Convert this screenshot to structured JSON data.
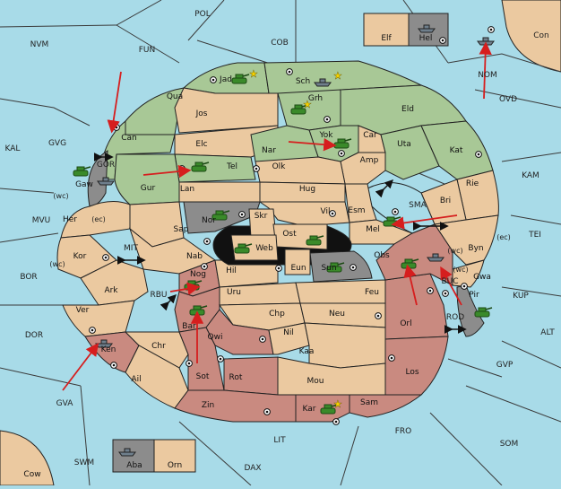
{
  "colors": {
    "sea": "#a8dbe8",
    "neutral_land": "#ebc9a0",
    "green_land": "#a8c896",
    "red_land": "#c98a80",
    "gray_land": "#8c8c8c",
    "black_land": "#111111",
    "tan_corner": "#ebc9a0",
    "arrow": "#d61e1e",
    "army_green": "#3a8a2a",
    "border": "#222222"
  },
  "sea_labels": [
    "POL",
    "NVM",
    "FUN",
    "COB",
    "Con",
    "NOM",
    "OVD",
    "KAL",
    "GVG",
    "GOR",
    "(wc)",
    "(ec)",
    "MVU",
    "MIT",
    "BOR",
    "(wc)",
    "RBU",
    "DOR",
    "GVA",
    "SWM",
    "LIT",
    "DAX",
    "FRO",
    "SOM",
    "GVP",
    "ALT",
    "KUP",
    "TEI",
    "KAM",
    "SMA",
    "BUC",
    "(wc)",
    "(ec)",
    "ROD",
    "(wc)"
  ],
  "land_labels": [
    "Elf",
    "Hel",
    "Jad",
    "Sch",
    "Qua",
    "Grh",
    "Jos",
    "Eld",
    "Can",
    "Yok",
    "Car",
    "Uta",
    "Elc",
    "Nar",
    "Kat",
    "Tel",
    "Amp",
    "Gaw",
    "Olk",
    "Rie",
    "Gur",
    "Lan",
    "Hug",
    "Bri",
    "Her",
    "Vil",
    "Esm",
    "Nor",
    "Skr",
    "Sap",
    "Ost",
    "Mel",
    "Web",
    "Byn",
    "Kor",
    "Nab",
    "Obs",
    "Eun",
    "Sun",
    "Gwa",
    "Hil",
    "Ark",
    "Nog",
    "Uru",
    "Feu",
    "Pir",
    "Ver",
    "Chp",
    "Neu",
    "Orl",
    "Bar",
    "Qwi",
    "Nil",
    "Ken",
    "Chr",
    "Kaa",
    "Los",
    "Sot",
    "Rot",
    "Ail",
    "Mou",
    "Zin",
    "Sam",
    "Kar",
    "Aba",
    "Orn",
    "Cow"
  ],
  "units": {
    "armies": [
      "Jad",
      "Grh",
      "Yok",
      "Tel",
      "Gaw",
      "Nor",
      "Web",
      "Ost",
      "Mel",
      "Sun",
      "Obs",
      "Nog",
      "Bar",
      "Pir",
      "Kar"
    ],
    "fleets": [
      "Hel",
      "NOM",
      "Sch",
      "GOR",
      "Ken",
      "Aba",
      "BUC"
    ]
  },
  "icons": [
    "army-icon",
    "fleet-icon",
    "supply-center-icon",
    "star-icon",
    "double-arrow-icon",
    "move-arrow-icon"
  ]
}
